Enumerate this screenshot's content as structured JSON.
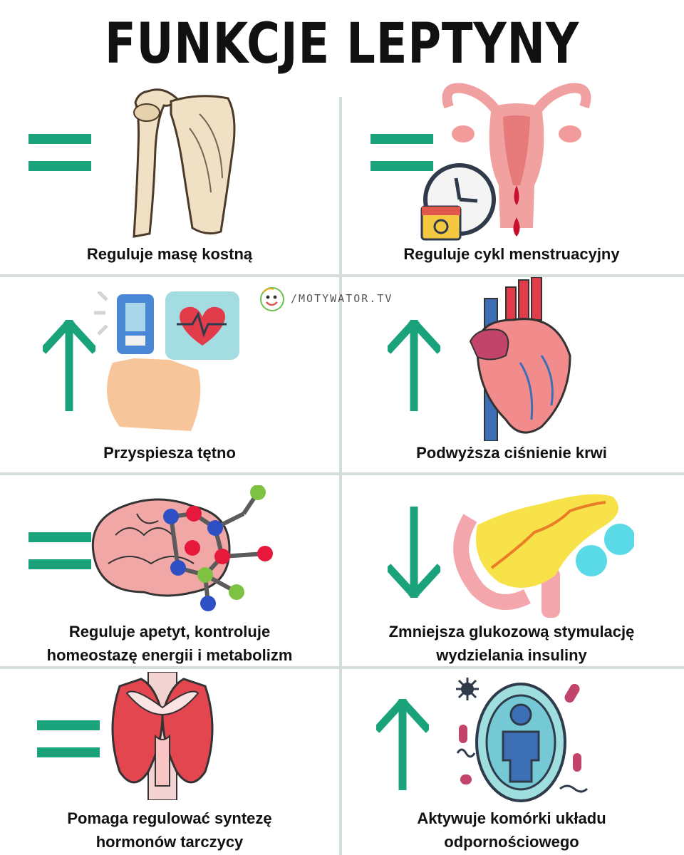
{
  "title": "FUNKCJE LEPTYNY",
  "watermark": "/MOTYWATOR.TV",
  "colors": {
    "accent": "#1aa37a",
    "divider": "#d5ddd9",
    "heart_red": "#e23b4a",
    "bone": "#f1e1c4"
  },
  "cells": [
    {
      "indicator": "equal-icon",
      "icon": "shoulder-bone-icon",
      "label": "Reguluje masę kostną"
    },
    {
      "indicator": "equal-icon",
      "icon": "uterus-clock-icon",
      "label": "Reguluje cykl menstruacyjny"
    },
    {
      "indicator": "arrow-up-icon",
      "icon": "pulse-oximeter-icon",
      "label": "Przyspiesza tętno"
    },
    {
      "indicator": "arrow-up-icon",
      "icon": "heart-icon",
      "label": "Podwyższa ciśnienie krwi"
    },
    {
      "indicator": "equal-icon",
      "icon": "brain-molecule-icon",
      "label_lines": [
        "Reguluje apetyt, kontroluje",
        "homeostazę energii i metabolizm"
      ]
    },
    {
      "indicator": "arrow-down-icon",
      "icon": "pancreas-icon",
      "label_lines": [
        "Zmniejsza glukozową stymulację",
        "wydzielania insuliny"
      ]
    },
    {
      "indicator": "equal-icon",
      "icon": "thyroid-icon",
      "label_lines": [
        "Pomaga regulować syntezę",
        "hormonów tarczycy"
      ]
    },
    {
      "indicator": "arrow-up-icon",
      "icon": "immune-cell-icon",
      "label_lines": [
        "Aktywuje komórki  układu",
        "odpornościowego"
      ]
    }
  ]
}
